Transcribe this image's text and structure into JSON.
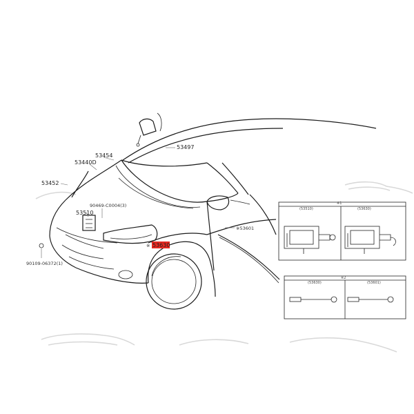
{
  "callouts": {
    "c53497": "53497",
    "c53454": "53454",
    "c53440d": "53440D",
    "c53452": "53452",
    "c53510": "53510",
    "c90469": "90469-C0004(3)",
    "c90109": "90109-06372(1)",
    "c53630_prefix": "※",
    "c53630": "53630",
    "c53601": "※53601"
  },
  "detail_box_1": {
    "title": "※1",
    "left_label": "(53510)",
    "right_label": "(53630)"
  },
  "detail_box_2": {
    "title": "※2",
    "left_label": "(53630)",
    "right_label": "(53601)"
  },
  "colors": {
    "highlight": "#e8271f",
    "line": "#1a1a1a",
    "watermark": "#d8d8d8"
  }
}
